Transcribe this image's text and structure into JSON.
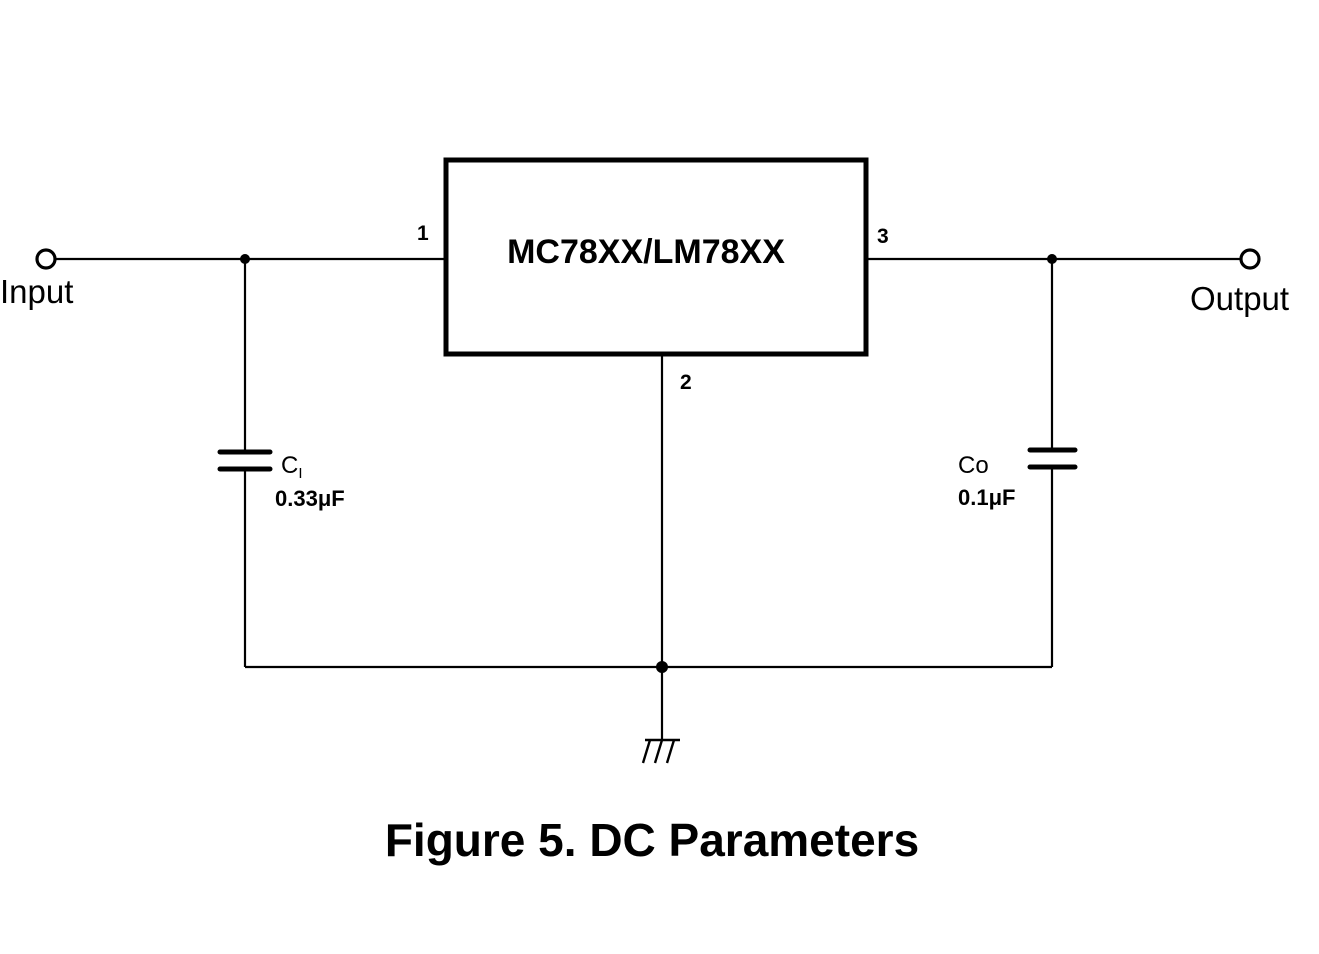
{
  "regulator": {
    "label": "MC78XX/LM78XX",
    "pins": {
      "input": "1",
      "ground": "2",
      "output": "3"
    }
  },
  "terminals": {
    "input_label": "Input",
    "output_label": "Output"
  },
  "capacitors": {
    "input": {
      "name_main": "C",
      "name_sub": "I",
      "value": "0.33μF"
    },
    "output": {
      "name": "Co",
      "value": "0.1μF"
    }
  },
  "caption": "Figure 5. DC Parameters"
}
